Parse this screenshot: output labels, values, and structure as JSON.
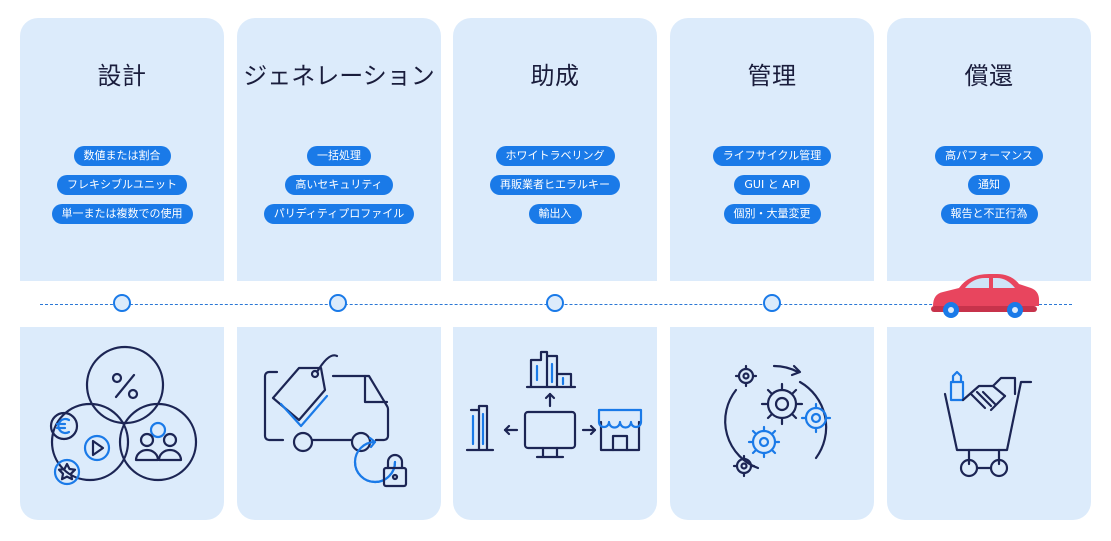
{
  "stages": [
    {
      "title": "設計",
      "tags": [
        "数値または割合",
        "フレキシブルユニット",
        "単一または複数での使用"
      ]
    },
    {
      "title": "ジェネレーション",
      "tags": [
        "一括処理",
        "高いセキュリティ",
        "パリディティプロファイル"
      ]
    },
    {
      "title": "助成",
      "tags": [
        "ホワイトラベリング",
        "再販業者ヒエラルキー",
        "輸出入"
      ]
    },
    {
      "title": "管理",
      "tags": [
        "ライフサイクル管理",
        "GUI と API",
        "個別・大量変更"
      ]
    },
    {
      "title": "償還",
      "tags": [
        "高パフォーマンス",
        "通知",
        "報告と不正行為"
      ]
    }
  ],
  "icons": {
    "stage1": "percent-euro-play-star-users-venn-icon",
    "stage2": "truck-tag-lock-icon",
    "stage3": "buildings-computer-shop-distribution-icon",
    "stage4": "gears-cycle-icon",
    "stage5": "cart-handshake-icon",
    "timeline_marker": "red-car-icon"
  },
  "colors": {
    "accent": "#1a7ae8",
    "panel": "#dcebfb",
    "ink": "#1c2554",
    "car": "#e8455e"
  }
}
